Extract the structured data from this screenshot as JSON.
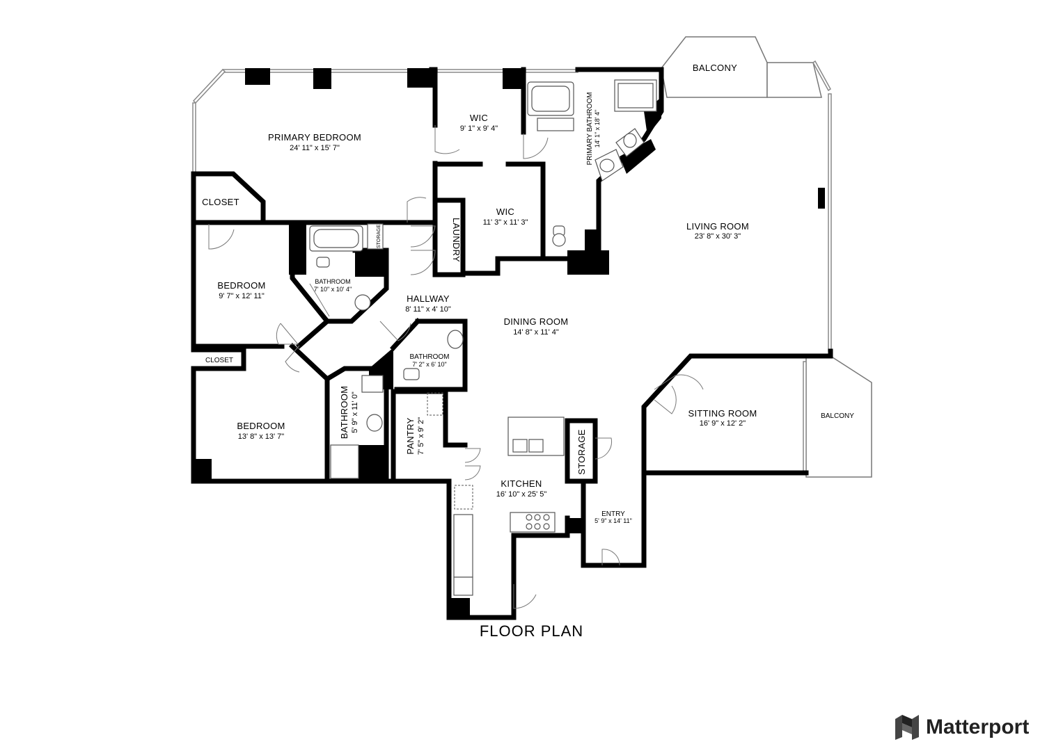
{
  "rooms": {
    "primary_bedroom": {
      "name": "PRIMARY BEDROOM",
      "dim": "24' 11\" x 15' 7\""
    },
    "wic_1": {
      "name": "WIC",
      "dim": "9' 1\" x 9' 4\""
    },
    "wic_2": {
      "name": "WIC",
      "dim": "11' 3\" x 11' 3\""
    },
    "primary_bathroom": {
      "name": "PRIMARY BATHROOM",
      "dim": "14' 1\" x 18' 4\""
    },
    "balcony_1": {
      "name": "BALCONY"
    },
    "balcony_2": {
      "name": "BALCONY"
    },
    "closet_1": {
      "name": "CLOSET"
    },
    "closet_2": {
      "name": "CLOSET"
    },
    "laundry": {
      "name": "LAUNDRY"
    },
    "storage_small": {
      "name": "STORAGE"
    },
    "living_room": {
      "name": "LIVING ROOM",
      "dim": "23' 8\" x 30' 3\""
    },
    "bedroom_1": {
      "name": "BEDROOM",
      "dim": "9' 7\" x 12' 11\""
    },
    "bathroom_1": {
      "name": "BATHROOM",
      "dim": "7' 10\" x 10' 4\""
    },
    "hallway": {
      "name": "HALLWAY",
      "dim": "8' 11\" x 4' 10\""
    },
    "dining_room": {
      "name": "DINING ROOM",
      "dim": "14' 8\" x 11' 4\""
    },
    "bathroom_2": {
      "name": "BATHROOM",
      "dim": "7' 2\" x 6' 10\""
    },
    "sitting_room": {
      "name": "SITTING ROOM",
      "dim": "16' 9\" x 12' 2\""
    },
    "bedroom_2": {
      "name": "BEDROOM",
      "dim": "13' 8\" x 13' 7\""
    },
    "bathroom_3": {
      "name": "BATHROOM",
      "dim": "5' 9\" x 11' 0\""
    },
    "pantry": {
      "name": "PANTRY",
      "dim": "7' 5\" x 9' 2\""
    },
    "storage": {
      "name": "STORAGE"
    },
    "kitchen": {
      "name": "KITCHEN",
      "dim": "16' 10\" x 25' 5\""
    },
    "entry": {
      "name": "ENTRY",
      "dim": "5' 9\" x 14' 11\""
    }
  },
  "footer": {
    "title": "FLOOR PLAN"
  },
  "brand": {
    "name": "Matterport",
    "icon": "matterport-logo-icon"
  }
}
